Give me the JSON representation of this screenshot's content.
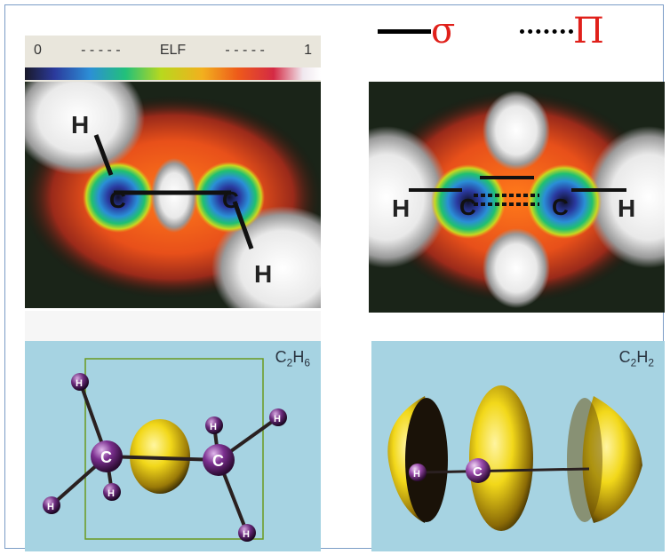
{
  "elf_scale": {
    "min_label": "0",
    "mid_label": "ELF",
    "max_label": "1",
    "dashes": "- - - - -"
  },
  "legend": {
    "sigma_symbol": "σ",
    "pi_symbol": "Π",
    "sigma_color": "#e0201a"
  },
  "maps": {
    "ethane_atoms": [
      "H",
      "C",
      "C",
      "H"
    ],
    "ethylene_atoms": [
      "H",
      "C",
      "C",
      "H"
    ]
  },
  "models": {
    "c2h6": {
      "formula_main": "C",
      "formula_sub1": "2",
      "formula_h": "H",
      "formula_sub2": "6",
      "atom_c": "C",
      "atom_h": "H"
    },
    "c2h2": {
      "formula_main": "C",
      "formula_sub1": "2",
      "formula_h": "H",
      "formula_sub2": "2",
      "atom_c": "C",
      "atom_h": "H"
    }
  },
  "colors": {
    "frame": "#7a9cc6",
    "model_bg": "#a6d3e2",
    "lobe_yellow": "#f2d81a",
    "atom_purple": "#7b2f8f"
  }
}
